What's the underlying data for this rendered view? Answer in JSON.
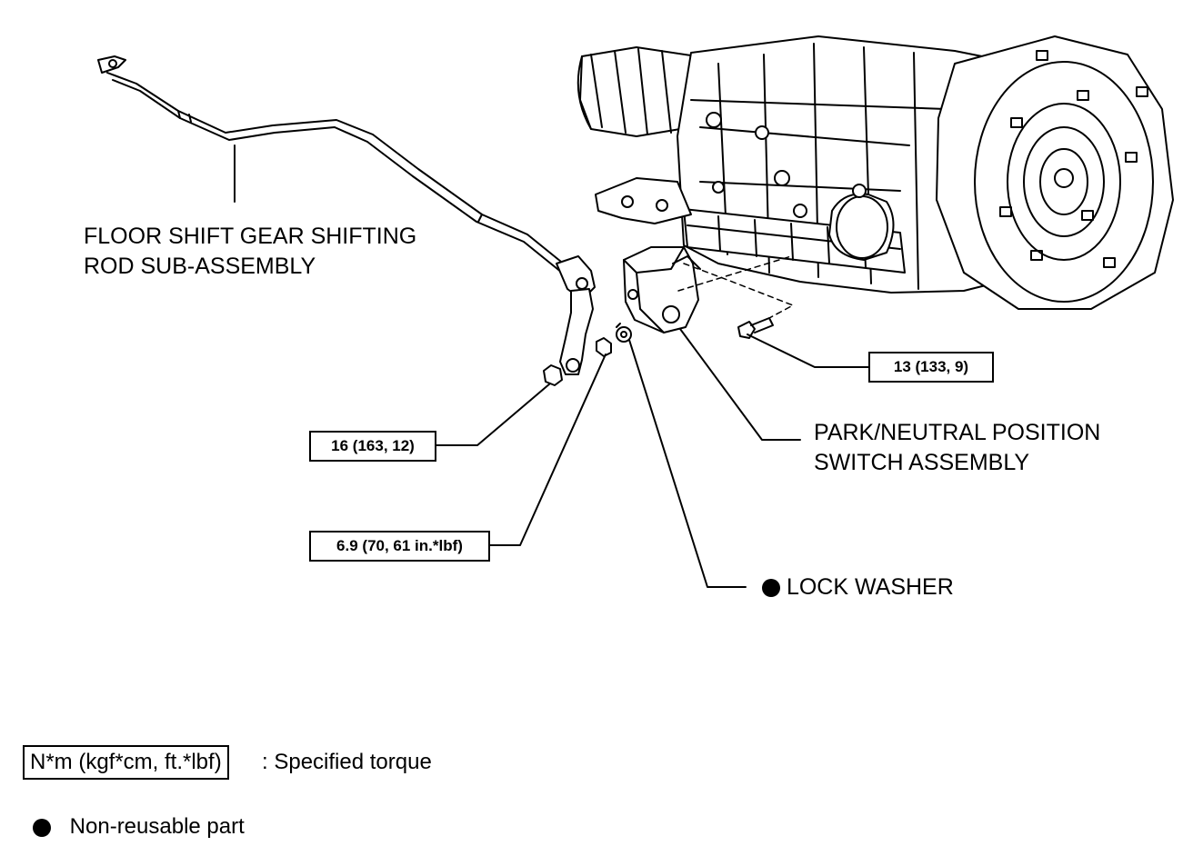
{
  "labels": {
    "rod_line1": "FLOOR SHIFT GEAR SHIFTING",
    "rod_line2": "ROD SUB-ASSEMBLY",
    "switch_line1": "PARK/NEUTRAL POSITION",
    "switch_line2": "SWITCH ASSEMBLY",
    "lock_washer": "LOCK WASHER"
  },
  "torques": {
    "bolt": "13 (133, 9)",
    "nut_lever": "16 (163, 12)",
    "nut_switch": "6.9 (70, 61 in.*lbf)"
  },
  "legend": {
    "torque_unit": "N*m (kgf*cm, ft.*lbf)",
    "torque_desc": ": Specified torque",
    "nonreusable_desc": "Non-reusable part"
  },
  "colors": {
    "ink": "#000000",
    "paper": "#ffffff"
  }
}
